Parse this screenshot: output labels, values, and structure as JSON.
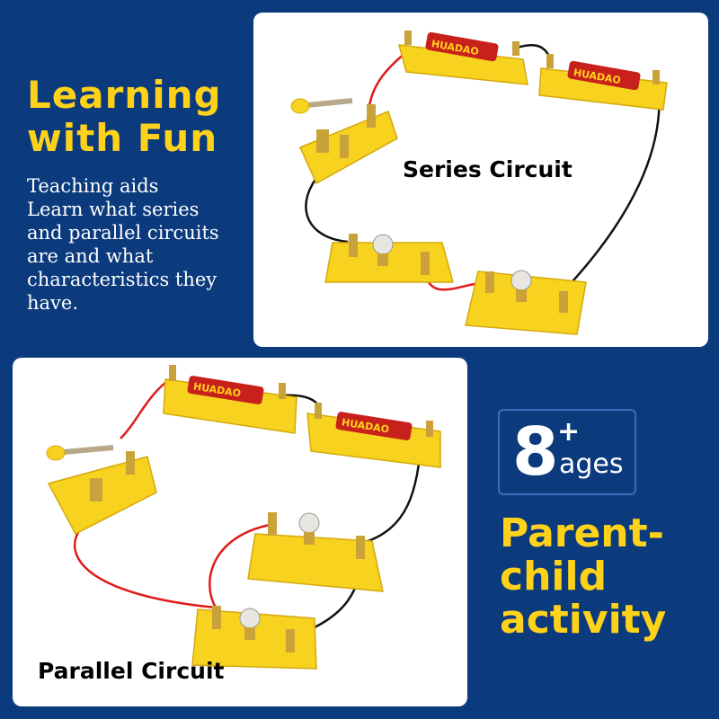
{
  "headline": {
    "line1": "Learning",
    "line2": "with Fun"
  },
  "description": {
    "lines": [
      "Teaching aids",
      "Learn what series",
      "and parallel circuits",
      "are and what",
      "characteristics they",
      "have."
    ]
  },
  "series_panel": {
    "label": "Series Circuit",
    "battery_text": "HUADAO"
  },
  "parallel_panel": {
    "label": "Parallel Circuit",
    "battery_text": "HUADAO"
  },
  "age_badge": {
    "number": "8",
    "plus": "+",
    "text": "ages"
  },
  "activity": {
    "line1": "Parent-",
    "line2": "child",
    "line3": "activity"
  },
  "colors": {
    "background": "#0b3a7d",
    "accent_yellow": "#ffd21a",
    "component_yellow": "#f7d21e",
    "wire_red": "#e01a1a",
    "wire_black": "#111111",
    "battery_red": "#c8201b"
  }
}
